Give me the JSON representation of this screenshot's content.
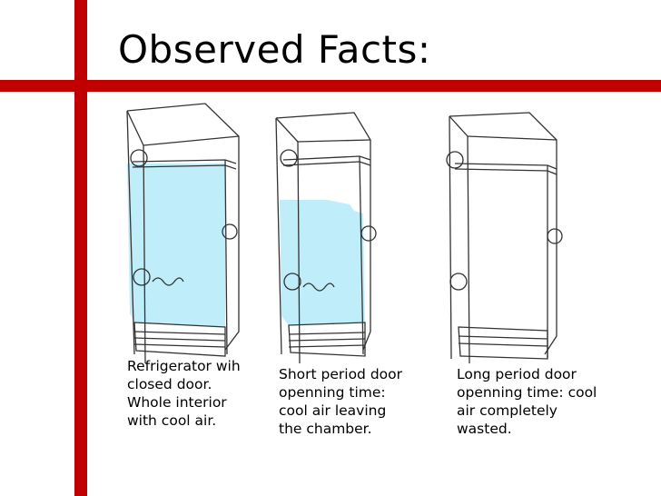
{
  "slide": {
    "title": "Observed Facts:"
  },
  "panels": [
    {
      "caption_lines": [
        "Refrigerator wih",
        "closed door.",
        "Whole interior",
        "with cool air."
      ],
      "cool_air_fill": "full"
    },
    {
      "caption_lines": [
        "Short period door",
        "openning time:",
        "cool air leaving",
        "the chamber."
      ],
      "cool_air_fill": "partial"
    },
    {
      "caption_lines": [
        "Long period door",
        "openning time: cool",
        "air completely",
        "wasted."
      ],
      "cool_air_fill": "none"
    }
  ],
  "colors": {
    "accent_bar": "#c00000",
    "cool_air": "#bfeefa",
    "sketch_line": "#333333"
  }
}
